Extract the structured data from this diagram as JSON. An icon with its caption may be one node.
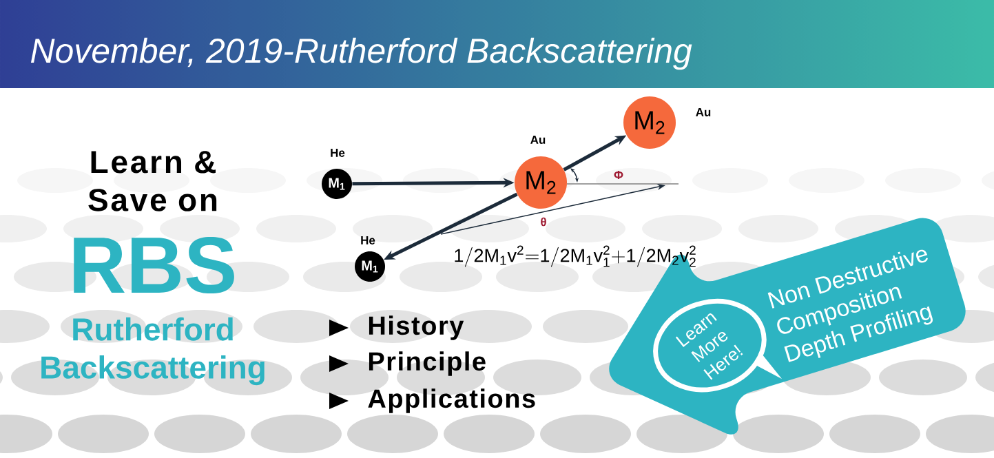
{
  "diagram": {
    "title": "November, 2019-Rutherford Backscattering",
    "nodes": [
      {
        "text": [
          "M$_{1}$"
        ],
        "beside": [
          "He"
        ]
      },
      {
        "text": [
          "M$_{2}$"
        ],
        "beside": [
          "Au"
        ]
      },
      {
        "text": [
          "M$_{2}$"
        ],
        "beside": [
          "Au"
        ]
      },
      {
        "text": [
          "M$_{1}$"
        ],
        "beside": [
          "He"
        ]
      },
      {
        "text": [
          "Non Destructive",
          "Composition",
          "Depth Profiling"
        ]
      },
      {
        "text": [
          "Learn More Here!"
        ],
        "in": 4
      }
    ],
    "edges": [
      {
        "from": 0,
        "to": 1,
        "arrow": "to"
      },
      {
        "from": 1,
        "to": 2,
        "arrow": "to"
      },
      {
        "from": 1,
        "to": 3,
        "arrow": "to"
      }
    ],
    "labels": [
      "Learn & Save on",
      "RBS",
      "Rutherford Backscattering",
      "Φ",
      "θ",
      "\\mathsf{1/2M_{1}v^{2}{=}1/2M_{1}v_{1}^{2}{+}1/2M_{2}v_{2}^{2}}",
      "History",
      "Principle",
      "Applications"
    ]
  }
}
